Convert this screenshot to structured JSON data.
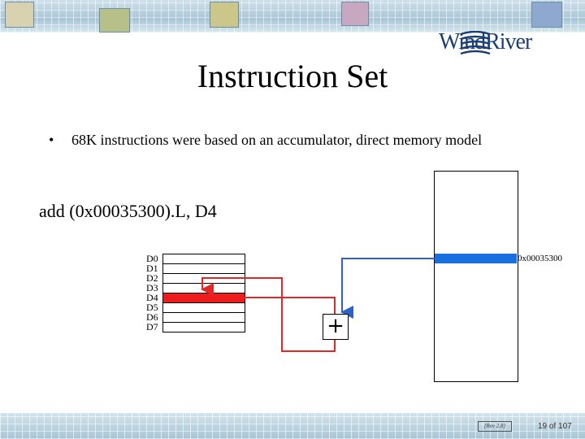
{
  "title": "Instruction Set",
  "logo_text": "WindRiver",
  "bullet": {
    "symbol": "•",
    "text": "68K instructions were based on an accumulator, direct memory model"
  },
  "instruction": "add (0x00035300).L, D4",
  "registers": [
    "D0",
    "D1",
    "D2",
    "D3",
    "D4",
    "D5",
    "D6",
    "D7"
  ],
  "highlighted_register": "D4",
  "memory_address": "0x00035300",
  "operator": "+",
  "colors": {
    "register_highlight": "#ee1c1c",
    "memory_highlight": "#1a6fe0",
    "wire_red": "#e32626",
    "wire_blue": "#2a62c9"
  },
  "footer": {
    "revision": "[Rev 2.8]",
    "page": "19 of 107"
  }
}
